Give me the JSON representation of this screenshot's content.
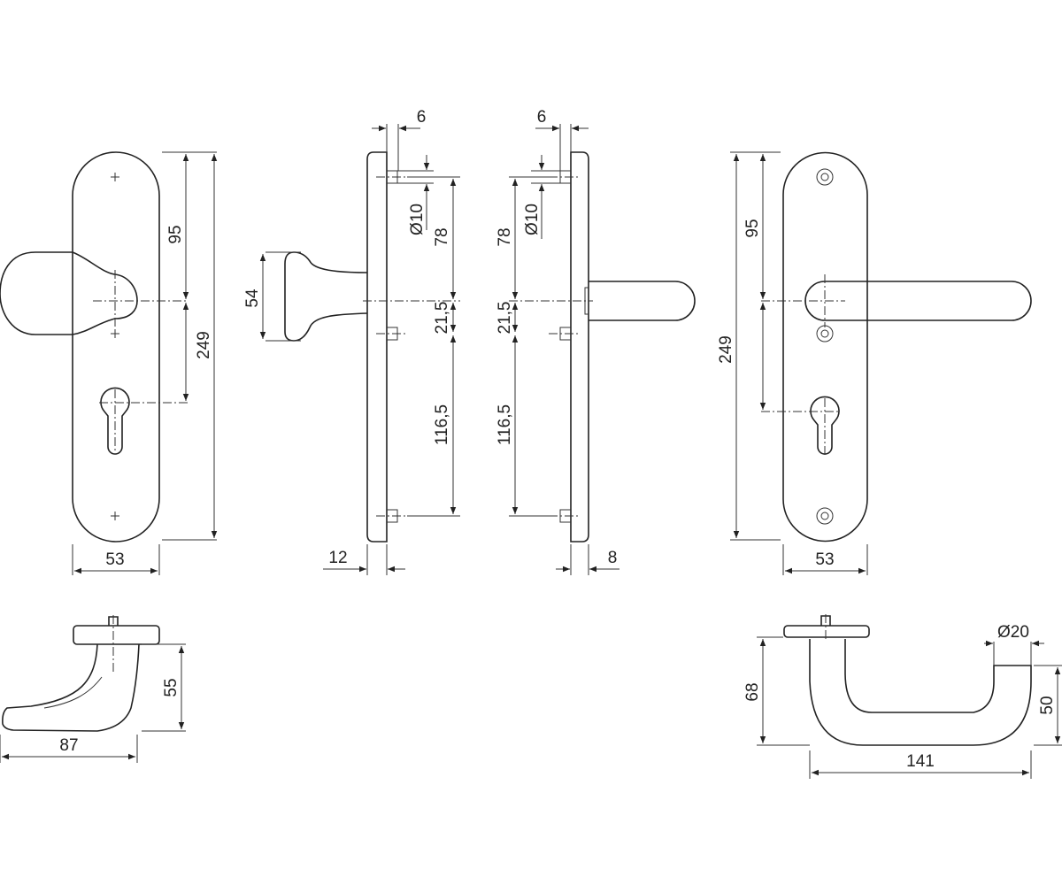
{
  "drawing": {
    "front_knob_plate": {
      "dim_height": "249",
      "dim_spindle_to_cylinder": "95",
      "dim_width": "53"
    },
    "side_knob": {
      "dim_knob_diameter": "54",
      "dim_plate_thickness": "12",
      "dim_screw_offset": "6",
      "dim_screw_diameter": "Ø10",
      "dim_top_to_spindle": "78",
      "dim_spindle_to_screw": "21,5",
      "dim_screw_to_screw": "116,5"
    },
    "side_lever": {
      "dim_plate_thickness": "8",
      "dim_screw_offset": "6",
      "dim_screw_diameter": "Ø10",
      "dim_top_to_spindle": "78",
      "dim_spindle_to_screw": "21,5",
      "dim_screw_to_screw": "116,5"
    },
    "front_lever_plate": {
      "dim_height": "249",
      "dim_spindle_to_cylinder": "95",
      "dim_width": "53"
    },
    "knob_lever_top": {
      "dim_height": "55",
      "dim_length": "87"
    },
    "lever_top": {
      "dim_height": "68",
      "dim_diameter": "Ø20",
      "dim_projection": "50",
      "dim_length": "141"
    }
  }
}
